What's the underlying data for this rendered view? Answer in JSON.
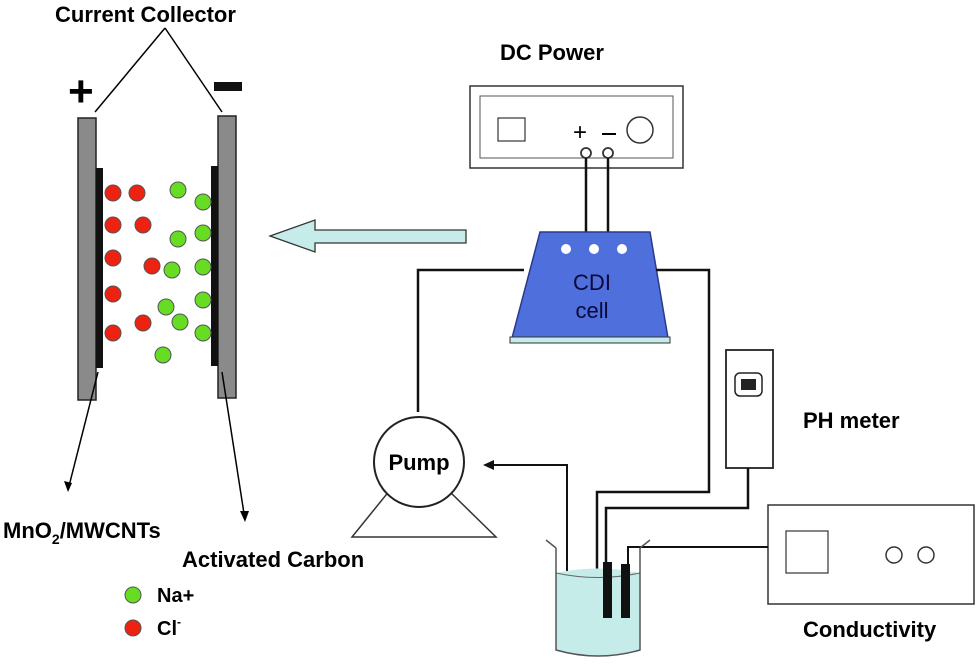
{
  "labels": {
    "current_collector": "Current Collector",
    "plus": "+",
    "minus": "−",
    "dc_power": "DC Power",
    "dc_plus": "+",
    "dc_minus": "−",
    "cdi_line1": "CDI",
    "cdi_line2": "cell",
    "ph_meter": "PH meter",
    "pump": "Pump",
    "conductivity": "Conductivity",
    "mno2_prefix": "MnO",
    "mno2_sub": "2",
    "mno2_suffix": "/MWCNTs",
    "activated_carbon": "Activated Carbon",
    "legend_na": "Na+",
    "legend_cl_base": "Cl",
    "legend_cl_sup": "-"
  },
  "colors": {
    "na_ion": "#66dd22",
    "cl_ion": "#ee2211",
    "cdi_cell": "#4f6fdc",
    "flow_arrow": "#c5ece8",
    "electrode_plate": "#8a8a8a"
  },
  "ions": {
    "cl_count": 9,
    "na_count": 11
  }
}
